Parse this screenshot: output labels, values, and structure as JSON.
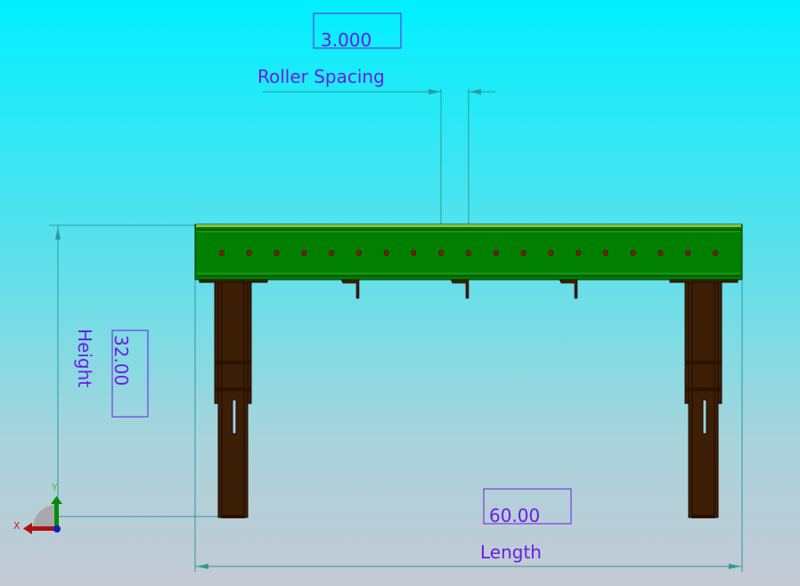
{
  "dimensions": {
    "roller_spacing": {
      "label": "Roller Spacing",
      "value": "3.000"
    },
    "height": {
      "label": "Height",
      "value": "32.00"
    },
    "length": {
      "label": "Length",
      "value": "60.00"
    }
  },
  "triad": {
    "x_label": "X",
    "y_label": "Y"
  },
  "model": {
    "roller_hole_count": 19
  },
  "colors": {
    "frame": "#007f00",
    "legs": "#3d1e06",
    "dimension": "#6a1ee0",
    "extension_line": "#2b9a9c"
  }
}
